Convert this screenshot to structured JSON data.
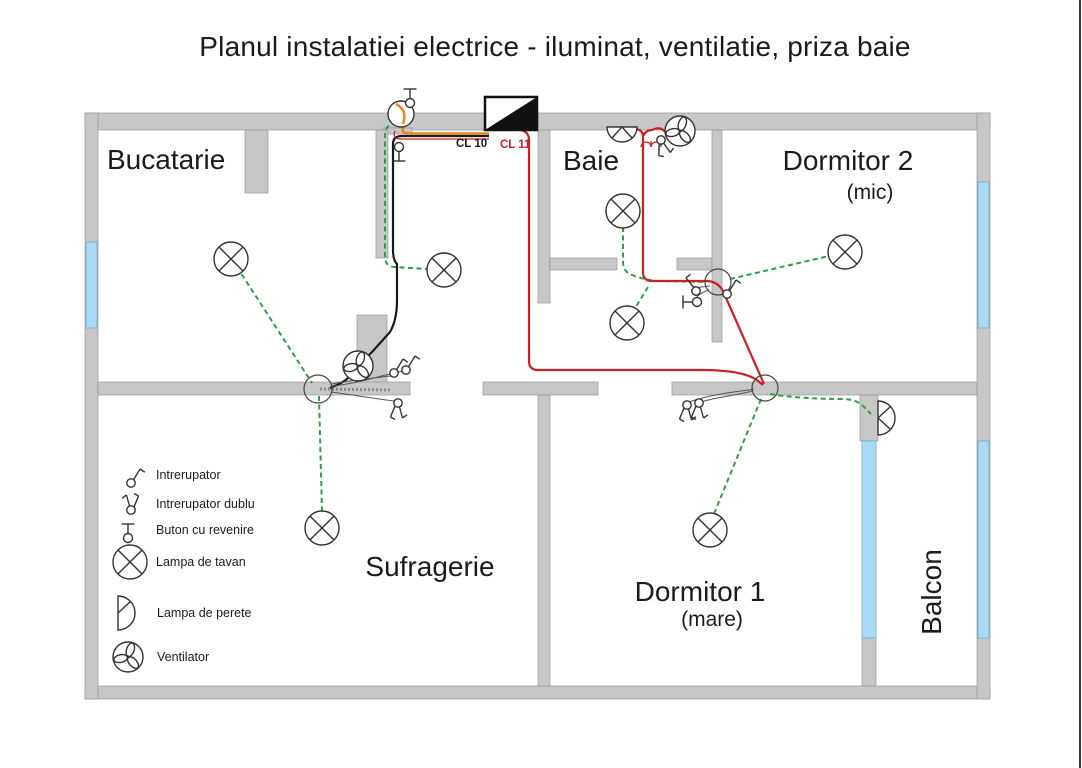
{
  "title": "Planul instalatiei electrice - iluminat, ventilatie, priza baie",
  "rooms": [
    {
      "name": "Bucatarie",
      "sub": ""
    },
    {
      "name": "Baie",
      "sub": ""
    },
    {
      "name": "Dormitor 2",
      "sub": "(mic)"
    },
    {
      "name": "Sufragerie",
      "sub": ""
    },
    {
      "name": "Dormitor 1",
      "sub": "(mare)"
    },
    {
      "name": "Balcon",
      "sub": ""
    }
  ],
  "circuits": [
    {
      "label": "CL 10",
      "color": "#1a1a1a",
      "description": "black lighting circuit from panel"
    },
    {
      "label": "CL 11",
      "color": "#cc2026",
      "description": "red circuit - bathroom fan / socket"
    }
  ],
  "legend": {
    "items": [
      {
        "symbol": "switch-single-icon",
        "label": "Intrerupator"
      },
      {
        "symbol": "switch-double-icon",
        "label": "Intrerupator dublu"
      },
      {
        "symbol": "push-button-icon",
        "label": "Buton cu revenire"
      },
      {
        "symbol": "ceiling-lamp-icon",
        "label": "Lampa de tavan"
      },
      {
        "symbol": "wall-lamp-icon",
        "label": "Lampa de perete"
      },
      {
        "symbol": "fan-icon",
        "label": "Ventilator"
      }
    ]
  },
  "fixtures": {
    "ceiling_lamps": 7,
    "wall_lamps": 3,
    "fans": 2,
    "push_buttons": 3,
    "junction_boxes": 3,
    "distribution_panel": 1
  },
  "colors": {
    "wall": "#c7c7c7",
    "window": "#a9daf3",
    "wire_black": "#1a1a1a",
    "wire_red": "#cc2026",
    "wire_orange": "#e8861c",
    "wire_green": "#2f9e48",
    "panel": "#111111"
  }
}
